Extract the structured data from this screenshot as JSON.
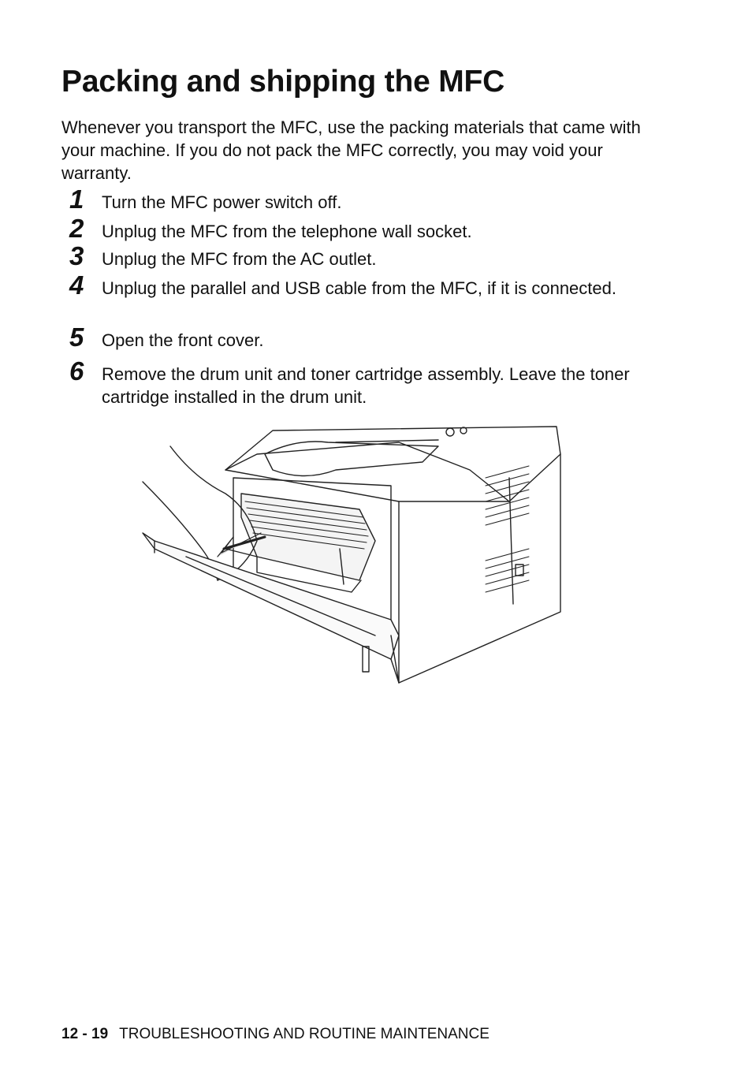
{
  "title": "Packing and shipping the MFC",
  "intro": "Whenever you transport the MFC, use the packing materials that came with your machine. If you do not pack the MFC correctly, you may void your warranty.",
  "steps": [
    {
      "num": "1",
      "text": "Turn the MFC power switch off."
    },
    {
      "num": "2",
      "text": "Unplug the MFC from the telephone wall socket."
    },
    {
      "num": "3",
      "text": "Unplug the MFC from the AC outlet."
    },
    {
      "num": "4",
      "text": "Unplug the parallel and USB cable from the MFC, if it is connected."
    },
    {
      "num": "5",
      "text": "Open the front cover."
    },
    {
      "num": "6",
      "text": "Remove the drum unit and toner cartridge assembly. Leave the toner cartridge installed in the drum unit."
    }
  ],
  "footer": {
    "page": "12 - 19",
    "section": "TROUBLESHOOTING AND ROUTINE MAINTENANCE"
  }
}
